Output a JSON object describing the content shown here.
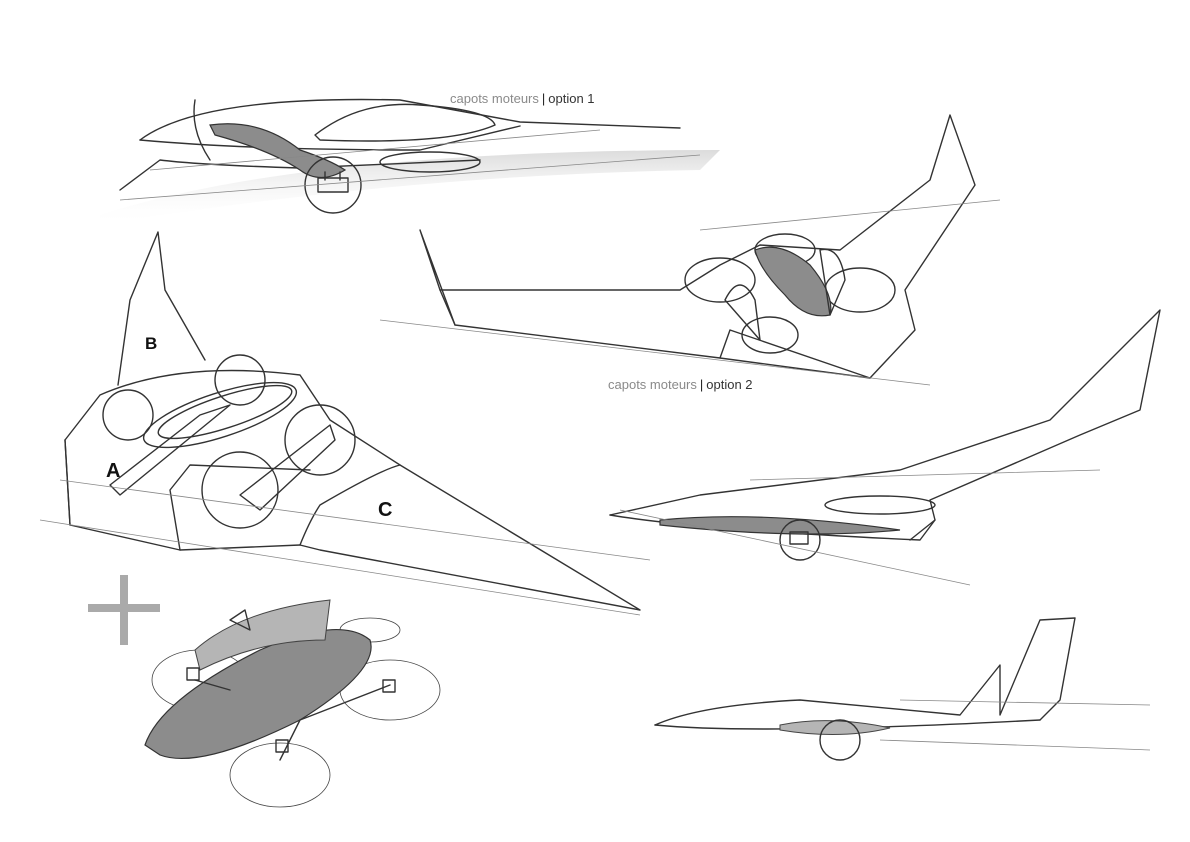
{
  "captions": [
    {
      "prefix": "capots moteurs",
      "separator": "|",
      "option": "option 1"
    },
    {
      "prefix": "capots moteurs",
      "separator": "|",
      "option": "option 2"
    }
  ],
  "labels": {
    "a": "A",
    "b": "B",
    "c": "C"
  },
  "colors": {
    "ink": "#333333",
    "shade": "#8c8c8c",
    "paper": "#ffffff"
  }
}
